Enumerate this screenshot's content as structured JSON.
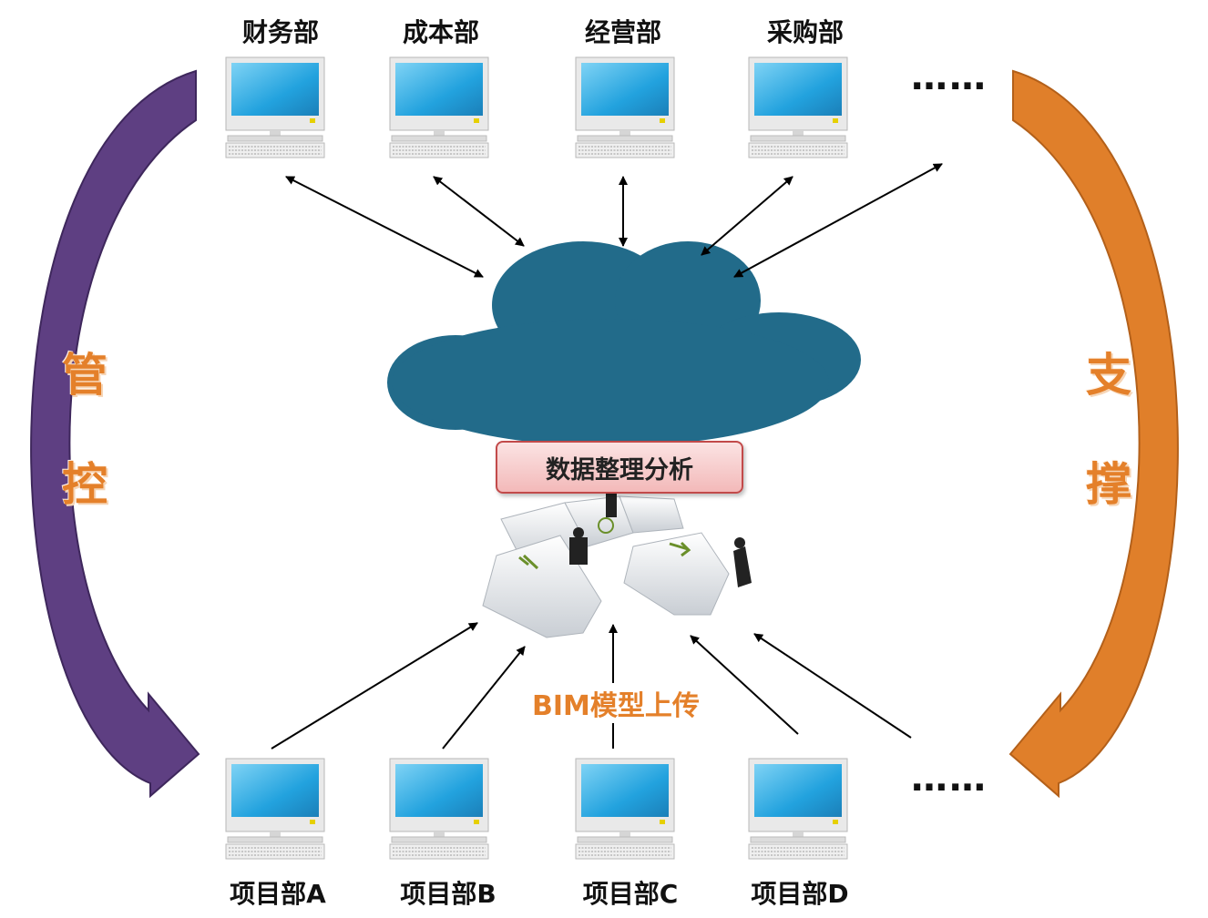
{
  "departments": [
    "财务部",
    "成本部",
    "经营部",
    "采购部"
  ],
  "projects": [
    "项目部A",
    "项目部B",
    "项目部C",
    "项目部D"
  ],
  "more": "……",
  "cloud_box": "数据整理分析",
  "upload_label": "BIM模型上传",
  "left_side": [
    "管",
    "控"
  ],
  "right_side": [
    "支",
    "撑"
  ],
  "colors": {
    "purple_arrow": "#5e3f82",
    "orange_arrow": "#e07f2a",
    "cloud": "#226b8a",
    "screen": "#2aa5da"
  }
}
